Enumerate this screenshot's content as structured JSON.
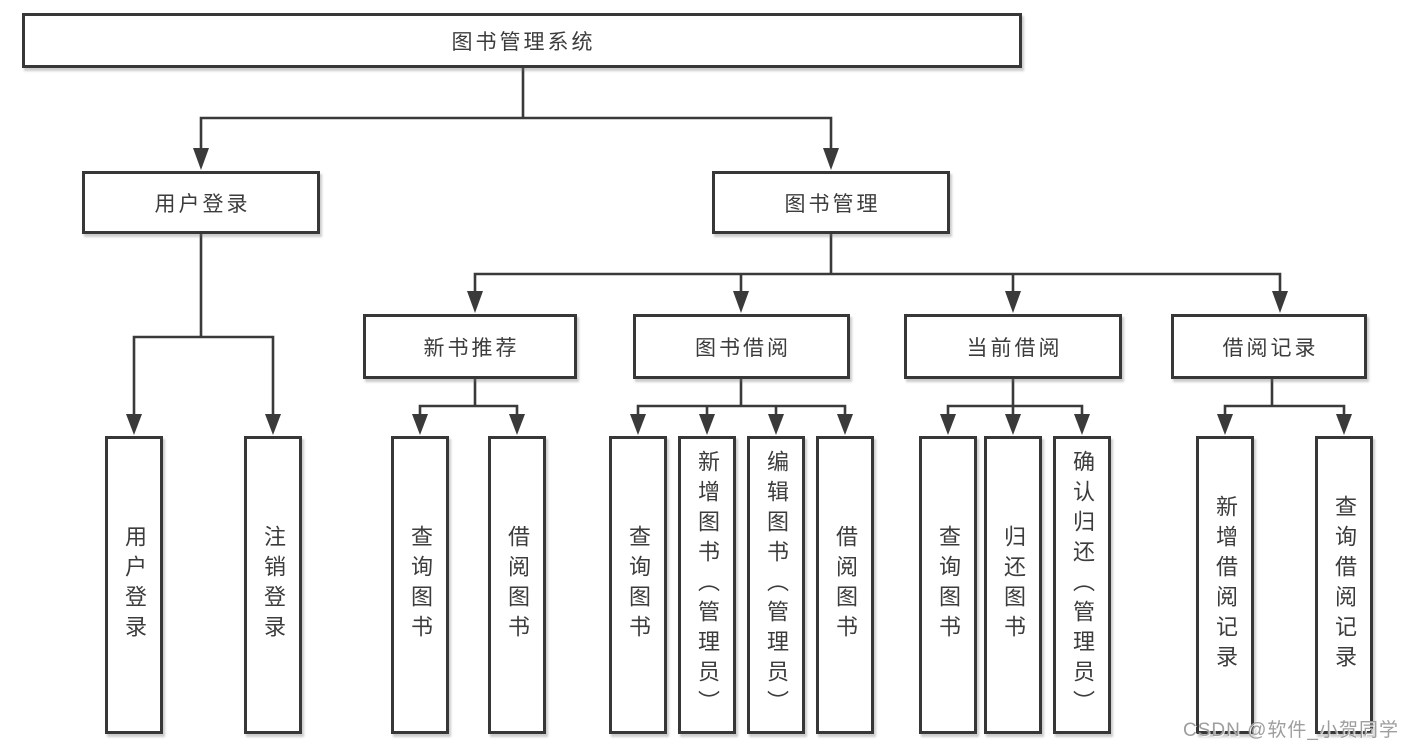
{
  "diagram": {
    "root": {
      "label": "图书管理系统"
    },
    "branches": [
      {
        "label": "用户登录",
        "children": [
          {
            "label": "用户登录"
          },
          {
            "label": "注销登录"
          }
        ]
      },
      {
        "label": "图书管理",
        "children": [
          {
            "label": "新书推荐",
            "children": [
              {
                "label": "查询图书"
              },
              {
                "label": "借阅图书"
              }
            ]
          },
          {
            "label": "图书借阅",
            "children": [
              {
                "label": "查询图书"
              },
              {
                "label": "新增图书（管理员）"
              },
              {
                "label": "编辑图书（管理员）"
              },
              {
                "label": "借阅图书"
              }
            ]
          },
          {
            "label": "当前借阅",
            "children": [
              {
                "label": "查询图书"
              },
              {
                "label": "归还图书"
              },
              {
                "label": "确认归还（管理员）"
              }
            ]
          },
          {
            "label": "借阅记录",
            "children": [
              {
                "label": "新增借阅记录"
              },
              {
                "label": "查询借阅记录"
              }
            ]
          }
        ]
      }
    ]
  },
  "watermark": {
    "text": "CSDN @软件_小贺同学",
    "color": "#9e9e9e"
  },
  "colors": {
    "background": "#ffffff",
    "box_border": "#373737",
    "line": "#3a3a3a",
    "text": "#3c3c3c"
  }
}
